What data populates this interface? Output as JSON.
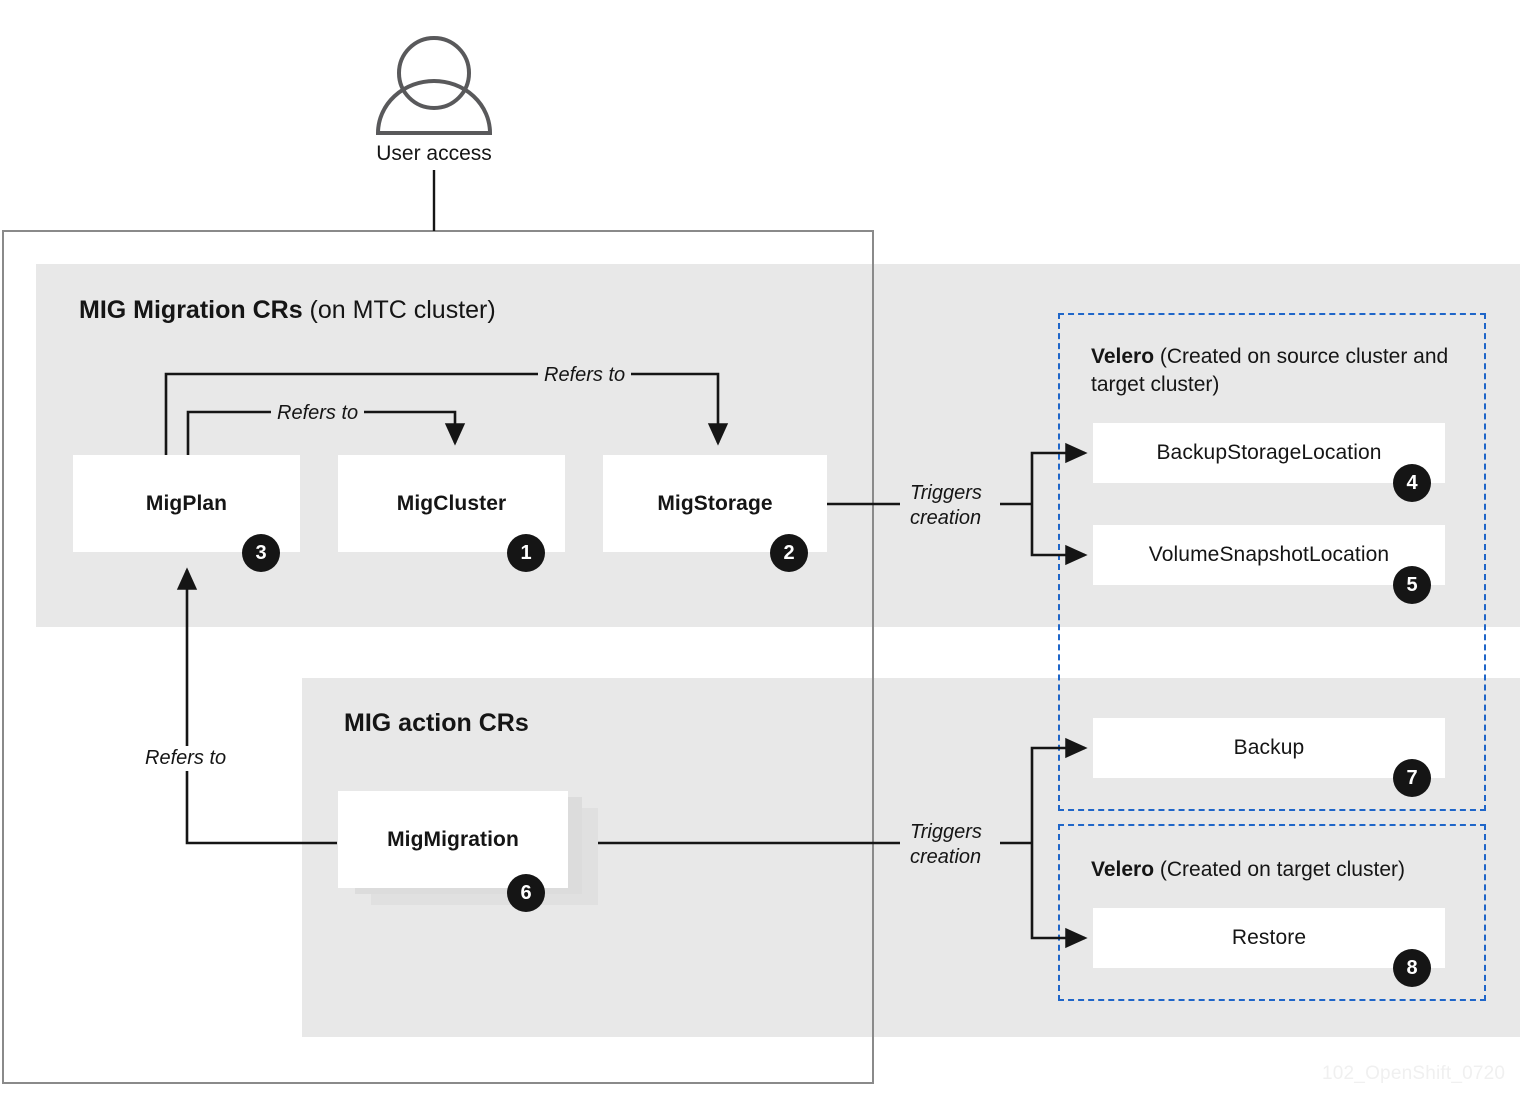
{
  "diagram": {
    "watermark": "102_OpenShift_0720",
    "colors": {
      "panel_gray": "#e8e8e8",
      "frame_gray": "#8a8a8a",
      "velero_blue": "#1f66c9",
      "badge_black": "#151515",
      "node_white": "#ffffff"
    },
    "user": {
      "icon": "user-person-icon",
      "caption": "User access"
    },
    "sections": {
      "mig_migration": {
        "title_strong": "MIG Migration CRs",
        "title_rest": " (on MTC cluster)"
      },
      "mig_action": {
        "title_strong": "MIG action CRs",
        "title_rest": ""
      },
      "velero_source_target": {
        "title_strong": "Velero",
        "title_rest": " (Created on source cluster and target cluster)"
      },
      "velero_target": {
        "title_strong": "Velero",
        "title_rest": " (Created on target cluster)"
      }
    },
    "nodes": [
      {
        "id": "migplan",
        "label": "MigPlan",
        "badge": "3",
        "bold": true
      },
      {
        "id": "migcluster",
        "label": "MigCluster",
        "badge": "1",
        "bold": true
      },
      {
        "id": "migstorage",
        "label": "MigStorage",
        "badge": "2",
        "bold": true
      },
      {
        "id": "migmigration",
        "label": "MigMigration",
        "badge": "6",
        "bold": true
      },
      {
        "id": "backupstoragelocation",
        "label": "BackupStorageLocation",
        "badge": "4",
        "bold": false
      },
      {
        "id": "volumesnapshotlocation",
        "label": "VolumeSnapshotLocation",
        "badge": "5",
        "bold": false
      },
      {
        "id": "backup",
        "label": "Backup",
        "badge": "7",
        "bold": false
      },
      {
        "id": "restore",
        "label": "Restore",
        "badge": "8",
        "bold": false
      }
    ],
    "edges": {
      "plan_to_cluster": "Refers to",
      "plan_to_storage": "Refers to",
      "migration_to_plan": "Refers to",
      "storage_triggers_l1": "Triggers",
      "storage_triggers_l2": "creation",
      "migration_triggers_l1": "Triggers",
      "migration_triggers_l2": "creation"
    }
  }
}
